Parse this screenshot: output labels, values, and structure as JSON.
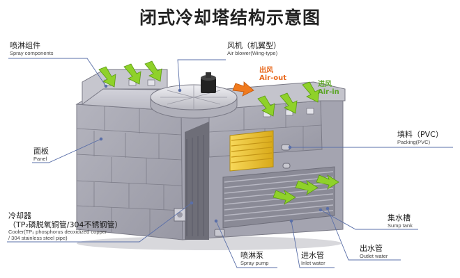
{
  "title": "闭式冷却塔结构示意图",
  "labels": {
    "spray_components": {
      "zh": "喷淋组件",
      "en": "Spray components"
    },
    "fan": {
      "zh": "风机（机翼型）",
      "en": "Air blower(Wing-type)"
    },
    "air_out": {
      "zh": "出风",
      "en": "Air-out"
    },
    "air_in": {
      "zh": "进风",
      "en": "Air-in"
    },
    "packing": {
      "zh": "填料（PVC）",
      "en": "Packing(PVC)"
    },
    "panel": {
      "zh": "面板",
      "en": "Panel"
    },
    "cooler": {
      "zh": "冷却器",
      "zh2": "（TP₂磷脱氧铜管/304不锈钢管）",
      "en": "Cooler(TP₂ phosphorus deoxidized copper",
      "en2": "/ 304 stainless steel pipe)"
    },
    "sump_tank": {
      "zh": "集水槽",
      "en": "Sump tank"
    },
    "outlet_water": {
      "zh": "出水管",
      "en": "Outlet water"
    },
    "inlet_water": {
      "zh": "进水管",
      "en": "Inlet water"
    },
    "spray_pump": {
      "zh": "喷淋泵",
      "en": "Spray pump"
    }
  },
  "colors": {
    "leader_line": "#5a6fa8",
    "air_in_arrow": "#8fd12a",
    "air_out_arrow": "#f07a1e",
    "air_out_text": "#e8671a",
    "air_in_text": "#5aa424",
    "packing": "#f2c830",
    "panel": "#a9a9b4"
  }
}
